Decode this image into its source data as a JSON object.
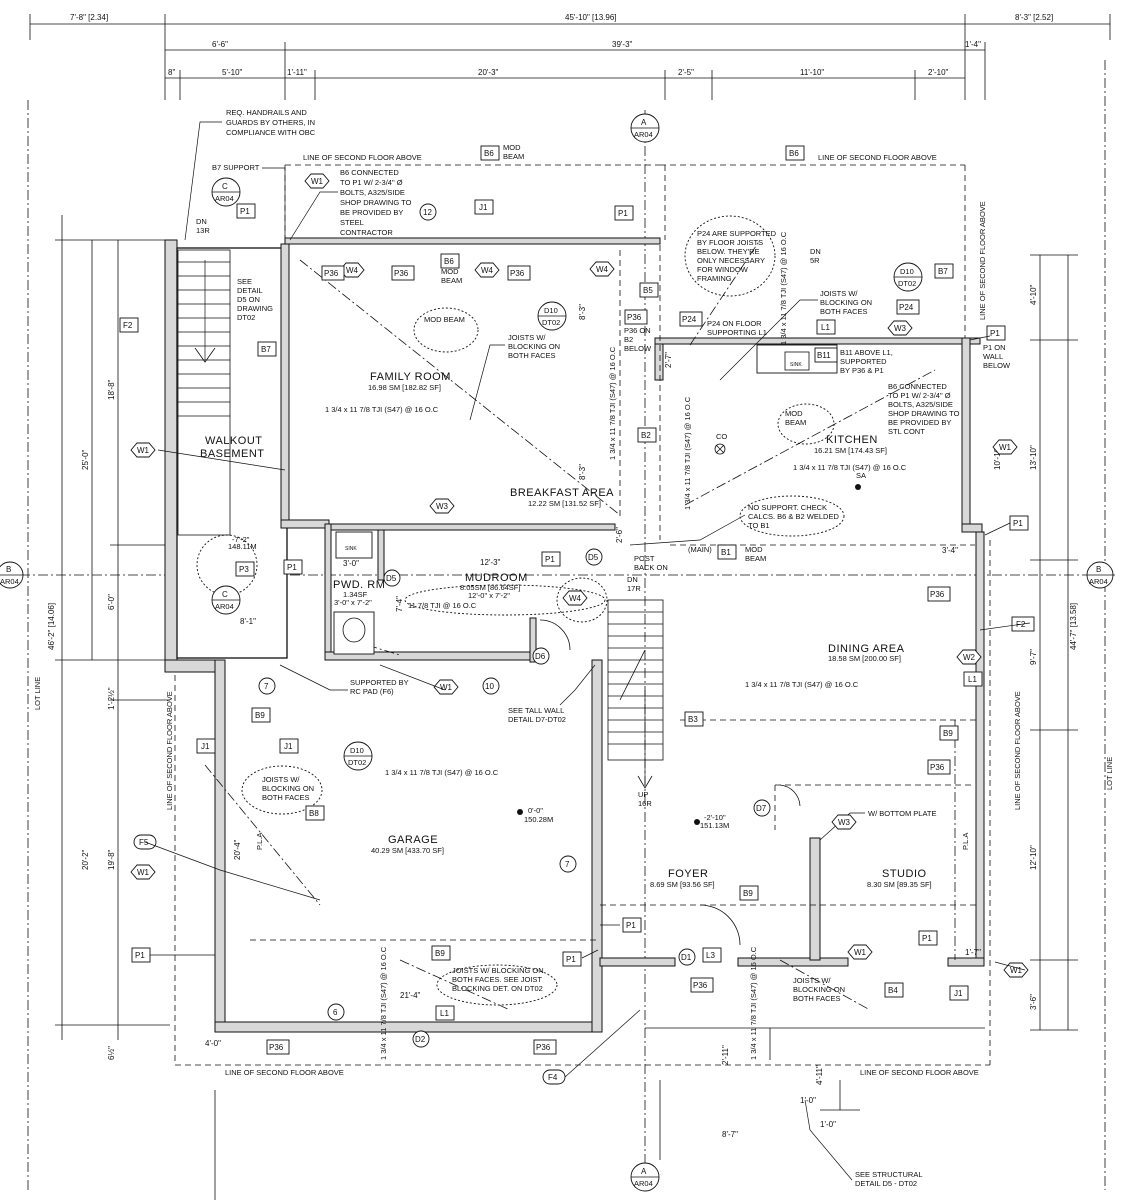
{
  "dims": {
    "top_total": "45'-10\" [13.96]",
    "top_left": "7'-8\" [2.34]",
    "top_right": "8'-3\" [2.52]",
    "r2_a": "6'-6\"",
    "r2_b": "39'-3\"",
    "r2_c": "1'-4\"",
    "r3_a": "8\"",
    "r3_b": "5'-10\"",
    "r3_c": "1'-11\"",
    "r3_d": "20'-3\"",
    "r3_e": "2'-5\"",
    "r3_f": "11'-10\"",
    "r3_g": "2'-10\"",
    "left_total": "46'-2\" [14.06]",
    "left_25": "25'-0\"",
    "left_18": "18'-8\"",
    "left_6": "6'-0\"",
    "left_1": "1'-2½\"",
    "left_20": "20'-2\"",
    "left_19": "19'-8\"",
    "left_6b": "6½\"",
    "right_total": "44'-7\" [13.58]",
    "right_4": "4'-10\"",
    "right_13": "13'-10\"",
    "right_10": "10'-10\"",
    "right_9": "9'-7\"",
    "right_12": "12'-10\"",
    "right_3": "3'-6\"",
    "d_8_3a": "8'-3\"",
    "d_8_3b": "8'-3\"",
    "d_12_3": "12'-3\"",
    "d_3_0": "3'-0\"",
    "d_7_4": "7'-4\"",
    "d_8_1": "8'-1\"",
    "d_2_7": "2'-7\"",
    "d_3_4": "3'-4\"",
    "d_1_7": "1'-7\"",
    "d_21_4": "21'-4\"",
    "d_4_0": "4'-0\"",
    "d_2_11": "2'-11\"",
    "d_4_11": "4'-11\"",
    "d_1_0a": "1'-0\"",
    "d_1_0b": "1'-0\"",
    "d_8_7": "8'-7\"",
    "d_20_4": "20'-4\"",
    "d_2_6": "2'-6\""
  },
  "rooms": {
    "family": {
      "name": "FAMILY ROOM",
      "area": "16.98 SM [182.82 SF]"
    },
    "kitchen": {
      "name": "KITCHEN",
      "area": "16.21 SM [174.43 SF]"
    },
    "breakfast": {
      "name": "BREAKFAST AREA",
      "area": "12.22 SM [131.52 SF]"
    },
    "walkout": {
      "name1": "WALKOUT",
      "name2": "BASEMENT"
    },
    "mudroom": {
      "name": "MUDROOM",
      "area": "8.05SM [86.64SF]",
      "size": "12'-0\" x 7'-2\""
    },
    "pwd": {
      "name": "PWD. RM",
      "area": "1.34SF",
      "size": "3'-0\" x 7'-2\""
    },
    "dining": {
      "name": "DINING AREA",
      "area": "18.58 SM [200.00 SF]"
    },
    "garage": {
      "name": "GARAGE",
      "area": "40.29 SM [433.70 SF]"
    },
    "foyer": {
      "name": "FOYER",
      "area": "8.69 SM [93.56 SF]"
    },
    "studio": {
      "name": "STUDIO",
      "area": "8.30 SM [89.35 SF]"
    }
  },
  "notes": {
    "handrails": [
      "REQ. HANDRAILS AND",
      "GUARDS BY OTHERS, IN",
      "COMPLIANCE WITH OBC"
    ],
    "b7support": "B7 SUPPORT",
    "second_floor": "LINE OF SECOND FLOOR ABOVE",
    "b6conn1": [
      "B6 CONNECTED",
      "TO P1 W/ 2-3/4\" Ø",
      "BOLTS, A325/SIDE",
      "SHOP DRAWING TO",
      "BE PROVIDED BY",
      "STEEL",
      "CONTRACTOR"
    ],
    "b6conn2": [
      "B6 CONNECTED",
      "TO P1 W/ 2-3/4\" Ø",
      "BOLTS, A325/SIDE",
      "SHOP DRAWING TO",
      "BE PROVIDED BY",
      "STL CONT"
    ],
    "mod_beam": [
      "MOD",
      "BEAM"
    ],
    "mod_beam_cloud": "MOD BEAM",
    "dn13r": [
      "DN",
      "13R"
    ],
    "dn5r": [
      "DN",
      "5R"
    ],
    "dn17r": [
      "DN",
      "17R"
    ],
    "up16r": [
      "UP",
      "16R"
    ],
    "see_detail": [
      "SEE",
      "DETAIL",
      "D5 ON",
      "DRAWING",
      "DT02"
    ],
    "joists_both": [
      "JOISTS W/",
      "BLOCKING ON",
      "BOTH FACES"
    ],
    "p24": [
      "P24 ARE SUPPORTED",
      "BY FLOOR JOISTS",
      "BELOW. THEY'RE",
      "ONLY NECESSARY",
      "FOR WINDOW",
      "FRAMING"
    ],
    "p24floor": [
      "P24 ON FLOOR",
      "SUPPORTING L1"
    ],
    "p36b2": [
      "P36 ON",
      "B2",
      "BELOW"
    ],
    "b11": [
      "B11 ABOVE L1,",
      "SUPPORTED",
      "BY P36 & P1"
    ],
    "p1wall": [
      "P1 ON",
      "WALL",
      "BELOW"
    ],
    "tji_1": "1 3/4 x 11 7/8 TJI (S47) @ 16 O.C",
    "tji_mud": "11 7/8 TJI @ 16 O.C",
    "no_support": [
      "NO SUPPORT. CHECK",
      "CALCS. B6 & B2 WELDED",
      "TO B1"
    ],
    "post": [
      "POST",
      "BACK ON"
    ],
    "main": "(MAIN)",
    "rc_pad": [
      "SUPPORTED BY",
      "RC PAD (F6)"
    ],
    "tall_wall": [
      "SEE TALL WALL",
      "DETAIL D7-DT02"
    ],
    "joists_det": [
      "JOISTS W/ BLOCKING ON",
      "BOTH FACES. SEE JOIST",
      "BLOCKING DET. ON DT02"
    ],
    "bottom_plate": "W/ BOTTOM PLATE",
    "see_struct": [
      "SEE STRUCTURAL",
      "DETAIL D5 - DT02"
    ],
    "lot_line": "LOT LINE",
    "co": "CO",
    "sink": "SINK",
    "elev_a": "0'-0\"",
    "elev_a2": "150.28M",
    "elev_b": "-7'-2\"",
    "elev_b2": "148.11M",
    "elev_c": "-2'-10\"",
    "elev_c2": "151.13M",
    "pla": "P.L.A",
    "sa": "SA"
  },
  "markers": {
    "A": "A",
    "B": "B",
    "C": "C",
    "ref": "AR04",
    "d10": "D10",
    "dt02": "DT02"
  },
  "tags": {
    "W1": "W1",
    "W2": "W2",
    "W3": "W3",
    "W4": "W4",
    "P1": "P1",
    "P3": "P3",
    "P24": "P24",
    "P36": "P36",
    "B1": "B1",
    "B2": "B2",
    "B3": "B3",
    "B4": "B4",
    "B5": "B5",
    "B6": "B6",
    "B7": "B7",
    "B8": "B8",
    "B9": "B9",
    "B11": "B11",
    "J1": "J1",
    "L1": "L1",
    "L3": "L3",
    "F2": "F2",
    "F4": "F4",
    "F5": "F5",
    "D1": "D1",
    "D2": "D2",
    "D5": "D5",
    "D6": "D6",
    "D7": "D7",
    "n6": "6",
    "n7": "7",
    "n10": "10",
    "n12": "12"
  }
}
